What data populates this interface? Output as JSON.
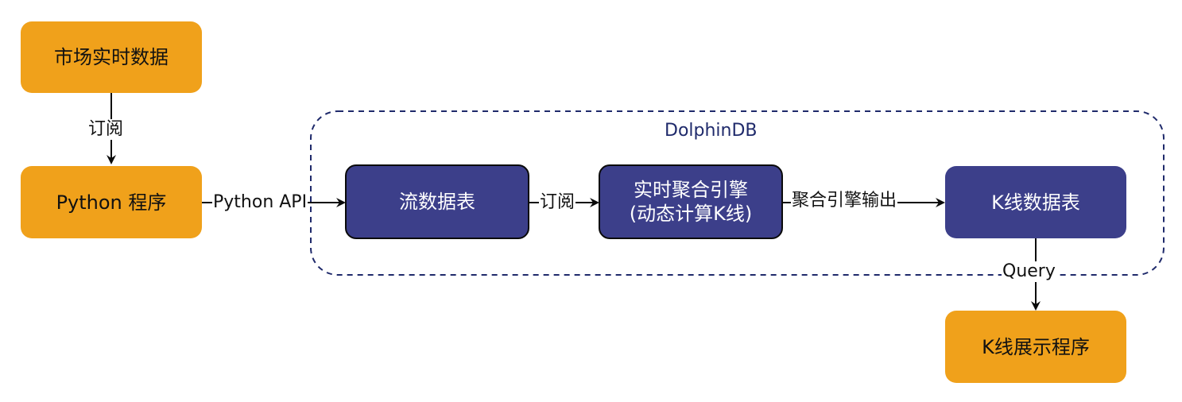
{
  "group": {
    "label": "DolphinDB"
  },
  "nodes": {
    "market_data": {
      "label": "市场实时数据"
    },
    "python_program": {
      "label": "Python 程序"
    },
    "stream_table": {
      "label": "流数据表"
    },
    "agg_engine": {
      "line1": "实时聚合引擎",
      "line2": "(动态计算K线)"
    },
    "kline_table": {
      "label": "K线数据表"
    },
    "kline_display": {
      "label": "K线展示程序"
    }
  },
  "edges": {
    "subscribe_1": "订阅",
    "python_api": "Python API",
    "subscribe_2": "订阅",
    "engine_output": "聚合引擎输出",
    "query": "Query"
  },
  "colors": {
    "orange_node": "#f0a11b",
    "blue_node": "#3c3f8a",
    "group_border": "#1f2a6b"
  }
}
